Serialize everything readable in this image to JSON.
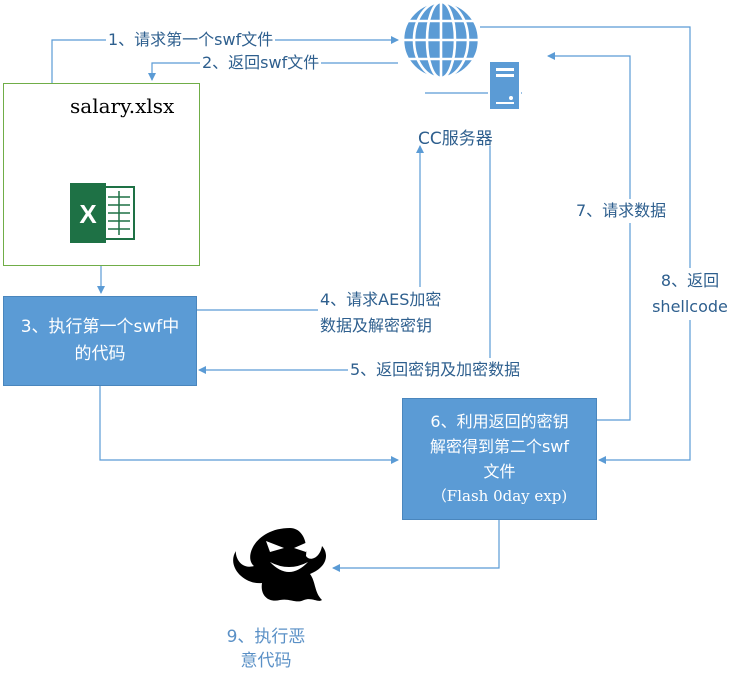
{
  "file": {
    "name": "salary.xlsx"
  },
  "server": {
    "label": "CC服务器"
  },
  "steps": {
    "s1": "1、请求第一个swf文件",
    "s2": "2、返回swf文件",
    "s3_line1": "3、执行第一个swf中",
    "s3_line2": "的代码",
    "s4_line1": "4、请求AES加密",
    "s4_line2": "数据及解密密钥",
    "s5": "5、返回密钥及加密数据",
    "s6_line1": "6、利用返回的密钥",
    "s6_line2": "解密得到第二个swf",
    "s6_line3": "文件",
    "s6_line4": "（Flash 0day exp)",
    "s7": "7、请求数据",
    "s8_line1": "8、返回",
    "s8_line2": "shellcode",
    "s9_line1": "9、执行恶",
    "s9_line2": "意代码"
  },
  "colors": {
    "arrow": "#5b9bd5",
    "box_fill": "#5b9bd5",
    "file_border": "#70ad47",
    "excel_green": "#1e7145",
    "label_text": "#2e5f8e"
  },
  "icons": [
    "globe-icon",
    "server-icon",
    "excel-icon",
    "ghost-icon"
  ]
}
